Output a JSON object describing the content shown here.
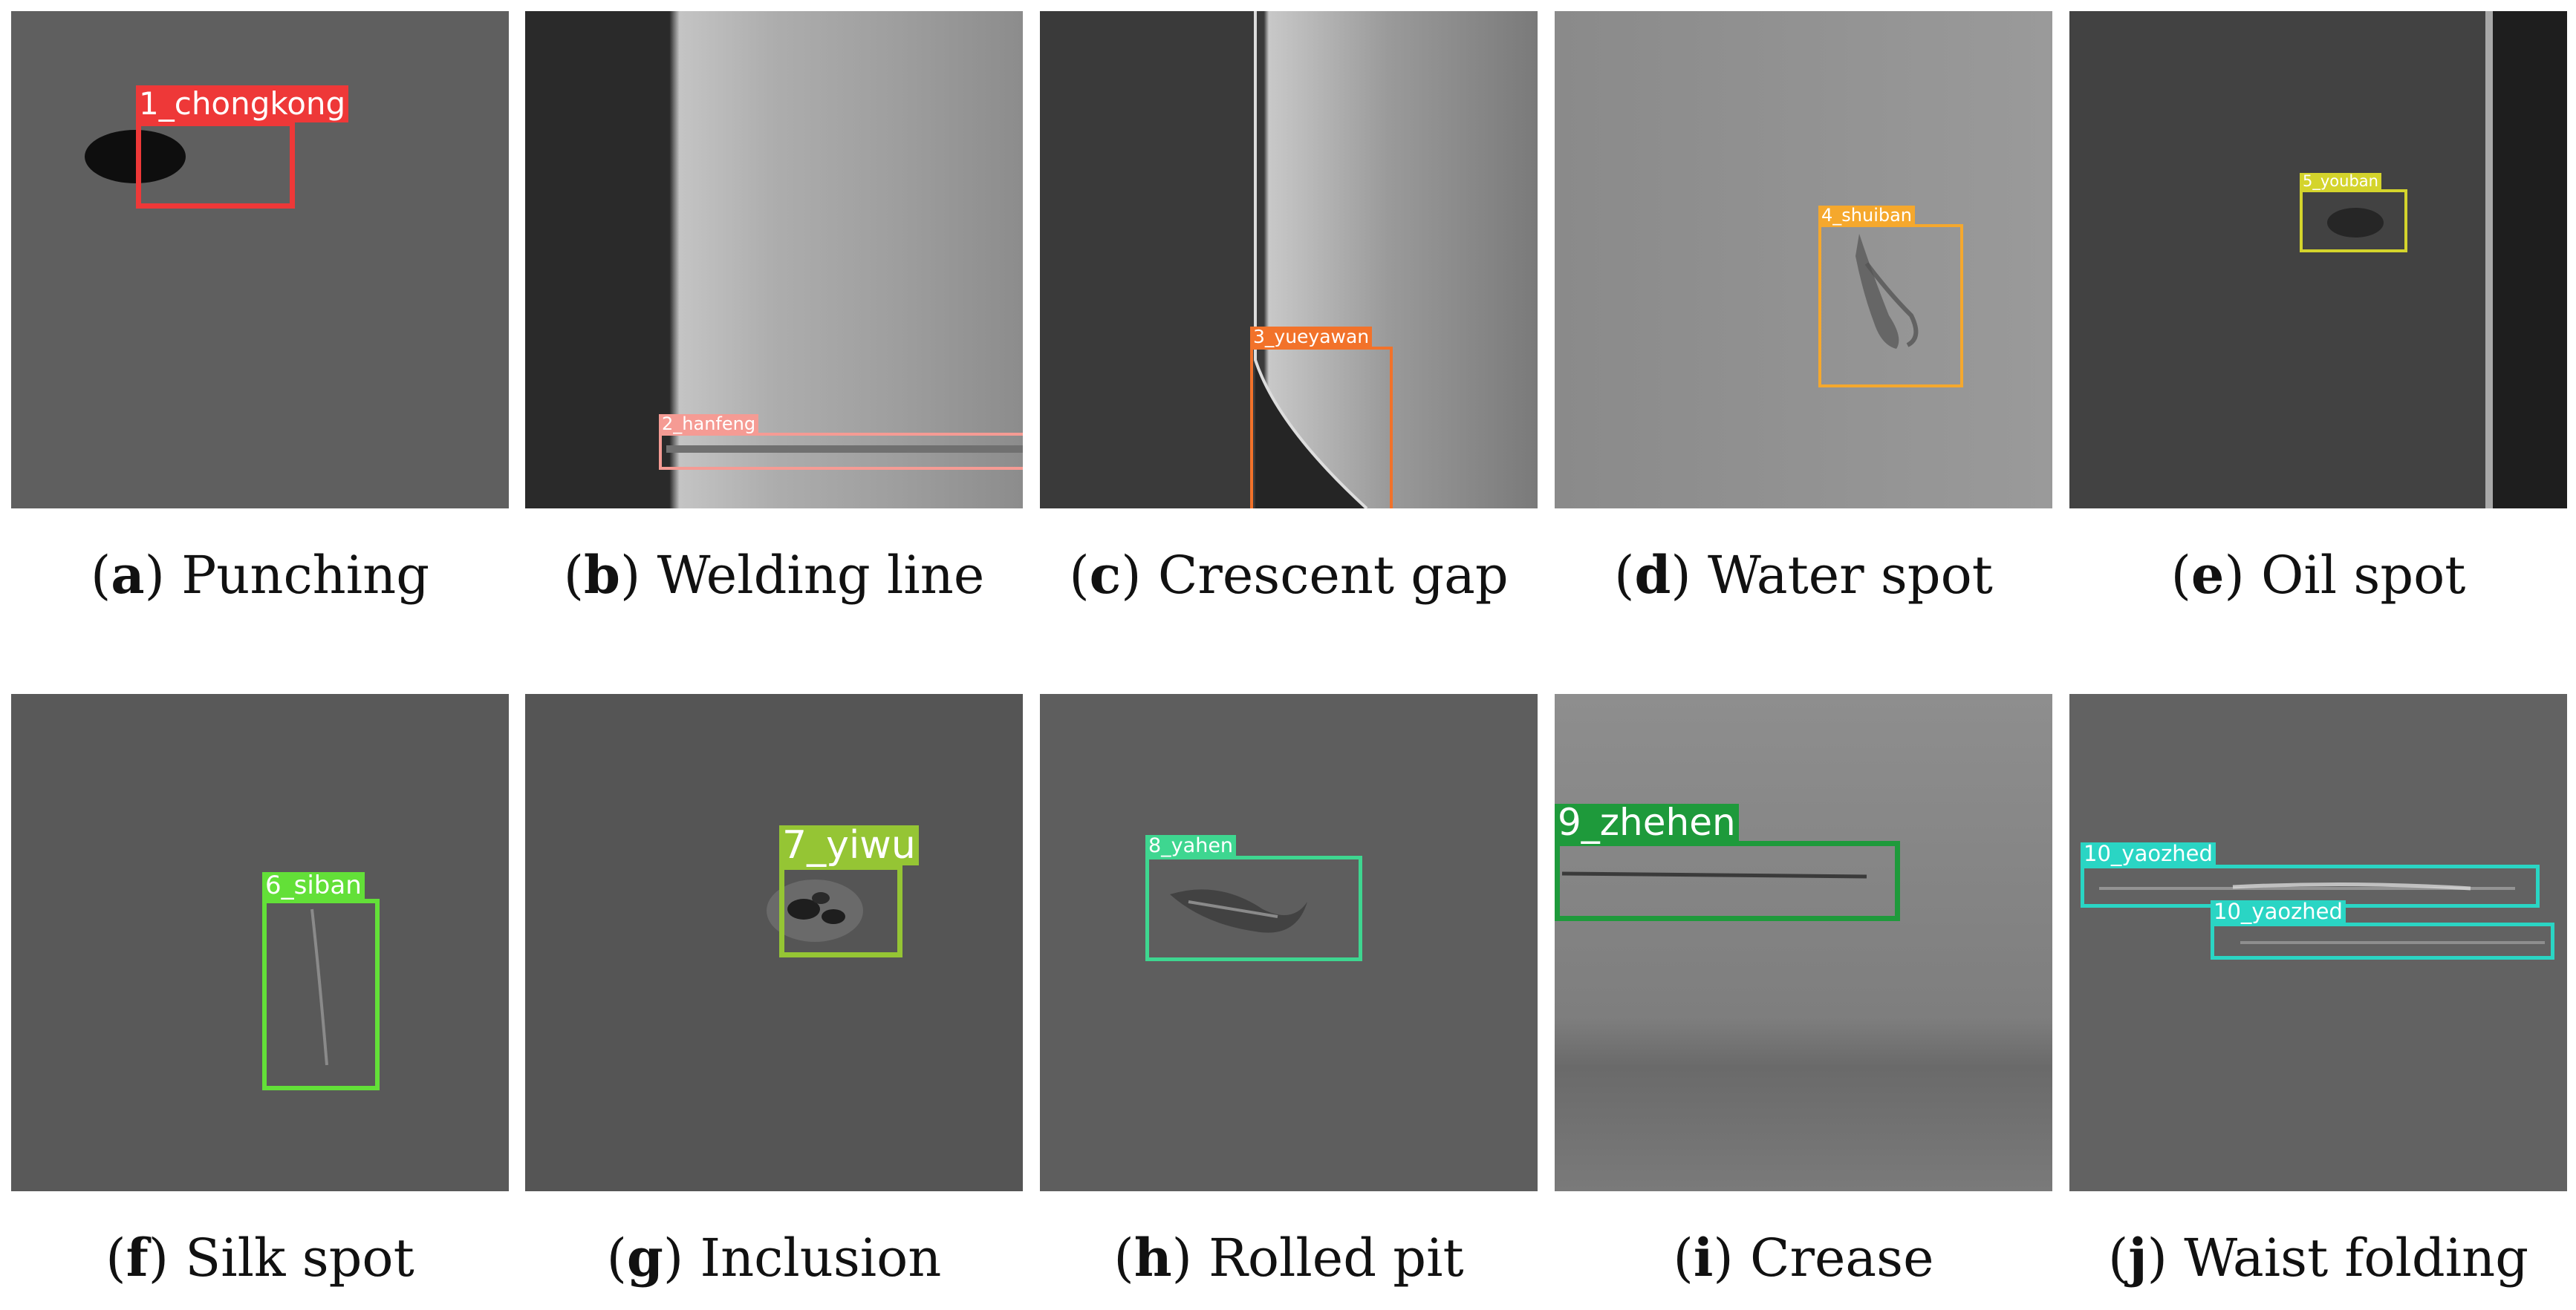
{
  "panels": [
    {
      "letter": "a",
      "name": "Punching",
      "labels": [
        "1_chongkong"
      ]
    },
    {
      "letter": "b",
      "name": "Welding line",
      "labels": [
        "2_hanfeng"
      ]
    },
    {
      "letter": "c",
      "name": "Crescent gap",
      "labels": [
        "3_yueyawan"
      ]
    },
    {
      "letter": "d",
      "name": "Water spot",
      "labels": [
        "4_shuiban"
      ]
    },
    {
      "letter": "e",
      "name": "Oil spot",
      "labels": [
        "5_youban"
      ]
    },
    {
      "letter": "f",
      "name": "Silk spot",
      "labels": [
        "6_siban"
      ]
    },
    {
      "letter": "g",
      "name": "Inclusion",
      "labels": [
        "7_yiwu"
      ]
    },
    {
      "letter": "h",
      "name": "Rolled pit",
      "labels": [
        "8_yahen"
      ]
    },
    {
      "letter": "i",
      "name": "Crease",
      "labels": [
        "9_zhehen"
      ]
    },
    {
      "letter": "j",
      "name": "Waist folding",
      "labels": [
        "10_yaozhed",
        "10_yaozhed"
      ]
    }
  ],
  "colors": {
    "chongkong": "#ee3838",
    "hanfeng": "#f59b94",
    "yueyawan": "#f2722a",
    "shuiban": "#f5a82d",
    "youban": "#d4d42c",
    "siban": "#63e038",
    "yiwu": "#95c534",
    "yahen": "#3ed690",
    "zhehen": "#1e9a3b",
    "yaozhed": "#2ad5c4"
  }
}
